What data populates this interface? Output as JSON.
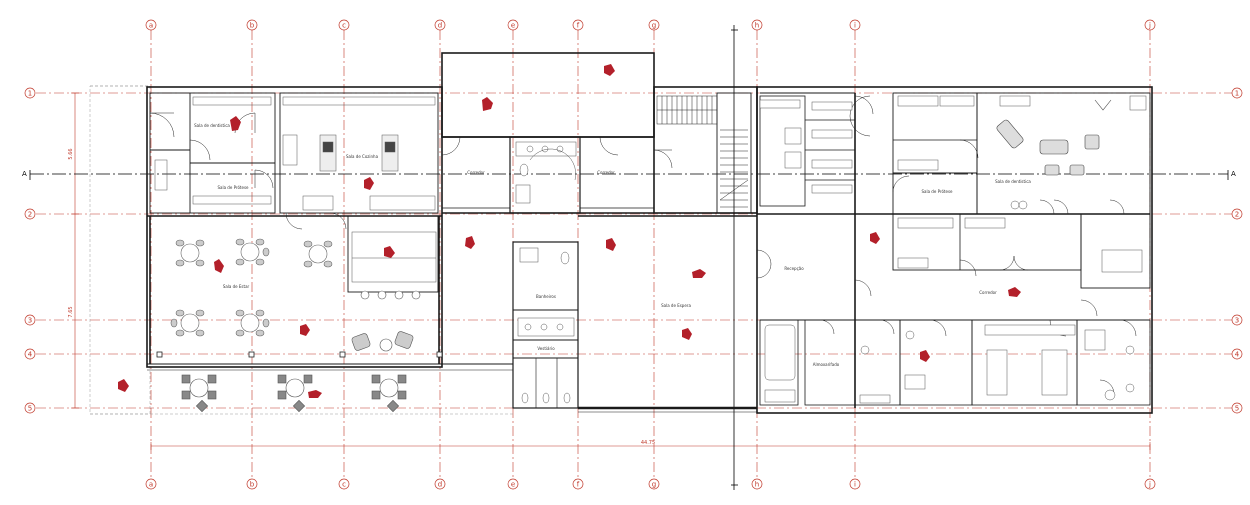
{
  "colors": {
    "grid": "#c0392b",
    "wall": "#1a1a1a",
    "furniture": "#777777",
    "marker": "#b3202a",
    "section": "#000000"
  },
  "grid": {
    "columns": [
      "a",
      "b",
      "c",
      "d",
      "e",
      "f",
      "g",
      "h",
      "i",
      "j"
    ],
    "rows": [
      "1",
      "2",
      "3",
      "4",
      "5"
    ]
  },
  "section": {
    "left_label": "A",
    "right_label": "A"
  },
  "dimensions": {
    "left_upper": "5.66",
    "left_lower": "7.65",
    "bottom_total": "44.75"
  },
  "room_labels": {
    "r1": "Sala de dentistica",
    "r2": "Sala de Prótese",
    "r3": "Sala de Cozinha",
    "r4": "Corredor",
    "r5": "Sala de Estar",
    "r6": "Vestiário",
    "r7": "Banheiros",
    "r8": "Recepção",
    "r9": "Sala de Espera",
    "r10": "Almoxarifado"
  }
}
